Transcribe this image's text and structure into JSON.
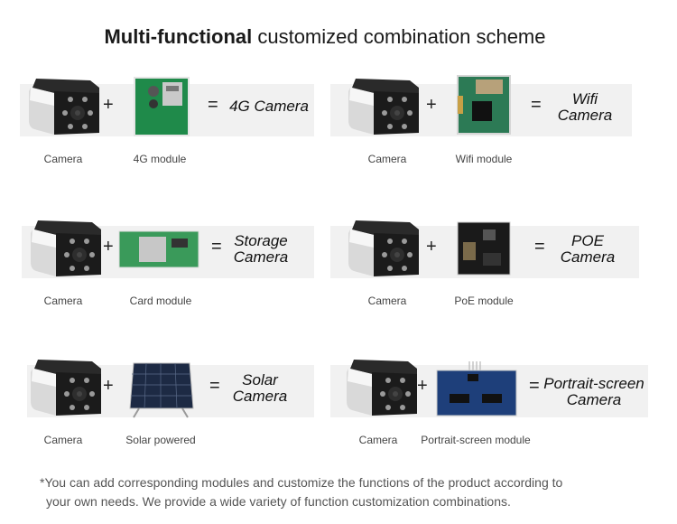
{
  "title": {
    "bold": "Multi-functional",
    "rest": " customized combination scheme"
  },
  "combos": [
    {
      "camera_label": "Camera",
      "module_label": "4G module",
      "plus": "+",
      "equals": "=",
      "result_line1": "4G Camera",
      "result_line2": ""
    },
    {
      "camera_label": "Camera",
      "module_label": "Wifi module",
      "plus": "+",
      "equals": "=",
      "result_line1": "Wifi",
      "result_line2": "Camera"
    },
    {
      "camera_label": "Camera",
      "module_label": "Card module",
      "plus": "+",
      "equals": "=",
      "result_line1": "Storage",
      "result_line2": "Camera"
    },
    {
      "camera_label": "Camera",
      "module_label": "PoE module",
      "plus": "+",
      "equals": "=",
      "result_line1": "POE",
      "result_line2": "Camera"
    },
    {
      "camera_label": "Camera",
      "module_label": "Solar powered",
      "plus": "+",
      "equals": "=",
      "result_line1": "Solar",
      "result_line2": "Camera"
    },
    {
      "camera_label": "Camera",
      "module_label": "Portrait-screen module",
      "plus": "+",
      "equals": "=",
      "result_line1": "Portrait-screen",
      "result_line2": "Camera"
    }
  ],
  "footnote": {
    "line1": "*You can add corresponding modules and customize the functions of the product according to",
    "line2": "your own needs. We provide a wide variety of function customization combinations."
  }
}
